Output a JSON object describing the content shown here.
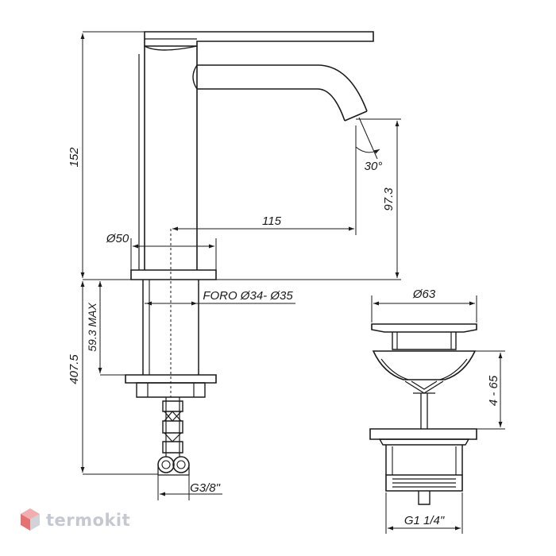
{
  "labels": {
    "height_152": "152",
    "reach_115": "115",
    "diameter_50": "Ø50",
    "hole": "FORO Ø34- Ø35",
    "max_59_3": "59.3 MAX",
    "len_407_5": "407.5",
    "height_97_3": "97.3",
    "angle_30": "30°",
    "diameter_63": "Ø63",
    "range_4_65": "4 - 65",
    "thread_g38": "G3/8\"",
    "thread_g114": "G1 1/4\""
  },
  "watermark": {
    "text": "termokit",
    "colors": [
      "#e05a5a",
      "#f0a0a0",
      "#c9ccd3"
    ]
  }
}
